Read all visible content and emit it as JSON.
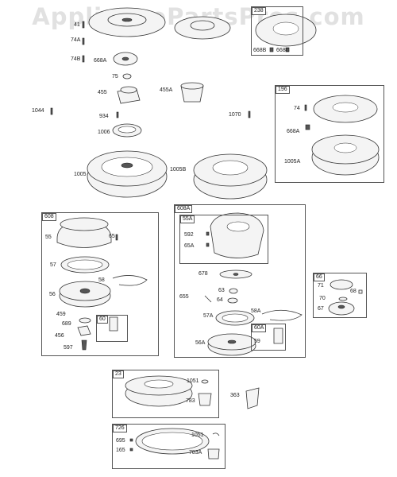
{
  "watermark": "AppliancePartsPros.com",
  "boxes": {
    "b238": "238",
    "b196": "196",
    "b608": "608",
    "b608A": "608A",
    "b55A": "55A",
    "b60": "60",
    "b60A": "60A",
    "b66": "66",
    "b23": "23",
    "b726": "726"
  },
  "labels": {
    "p41": "41",
    "p74A": "74A",
    "p74B": "74B",
    "p668A_top": "668A",
    "p75": "75",
    "p455": "455",
    "p455A": "455A",
    "p934": "934",
    "p1006": "1006",
    "p1044": "1044",
    "p1070": "1070",
    "p1005": "1005",
    "p1005B": "1005B",
    "p668B": "668B",
    "p668C": "668C",
    "p74": "74",
    "p668A_196": "668A",
    "p1005A": "1005A",
    "p55": "55",
    "p65": "65",
    "p57": "57",
    "p58": "58",
    "p56": "56",
    "p459": "459",
    "p689": "689",
    "p456": "456",
    "p597": "597",
    "p592": "592",
    "p65A": "65A",
    "p678": "678",
    "p63": "63",
    "p655": "655",
    "p64": "64",
    "p58A": "58A",
    "p57A": "57A",
    "p59": "59",
    "p56A": "56A",
    "p71": "71",
    "p68": "68",
    "p70": "70",
    "p67": "67",
    "p1051": "1051",
    "p783": "783",
    "p363": "363",
    "p695": "695",
    "p165": "165",
    "p1051b": "1051",
    "p783A": "783A"
  }
}
